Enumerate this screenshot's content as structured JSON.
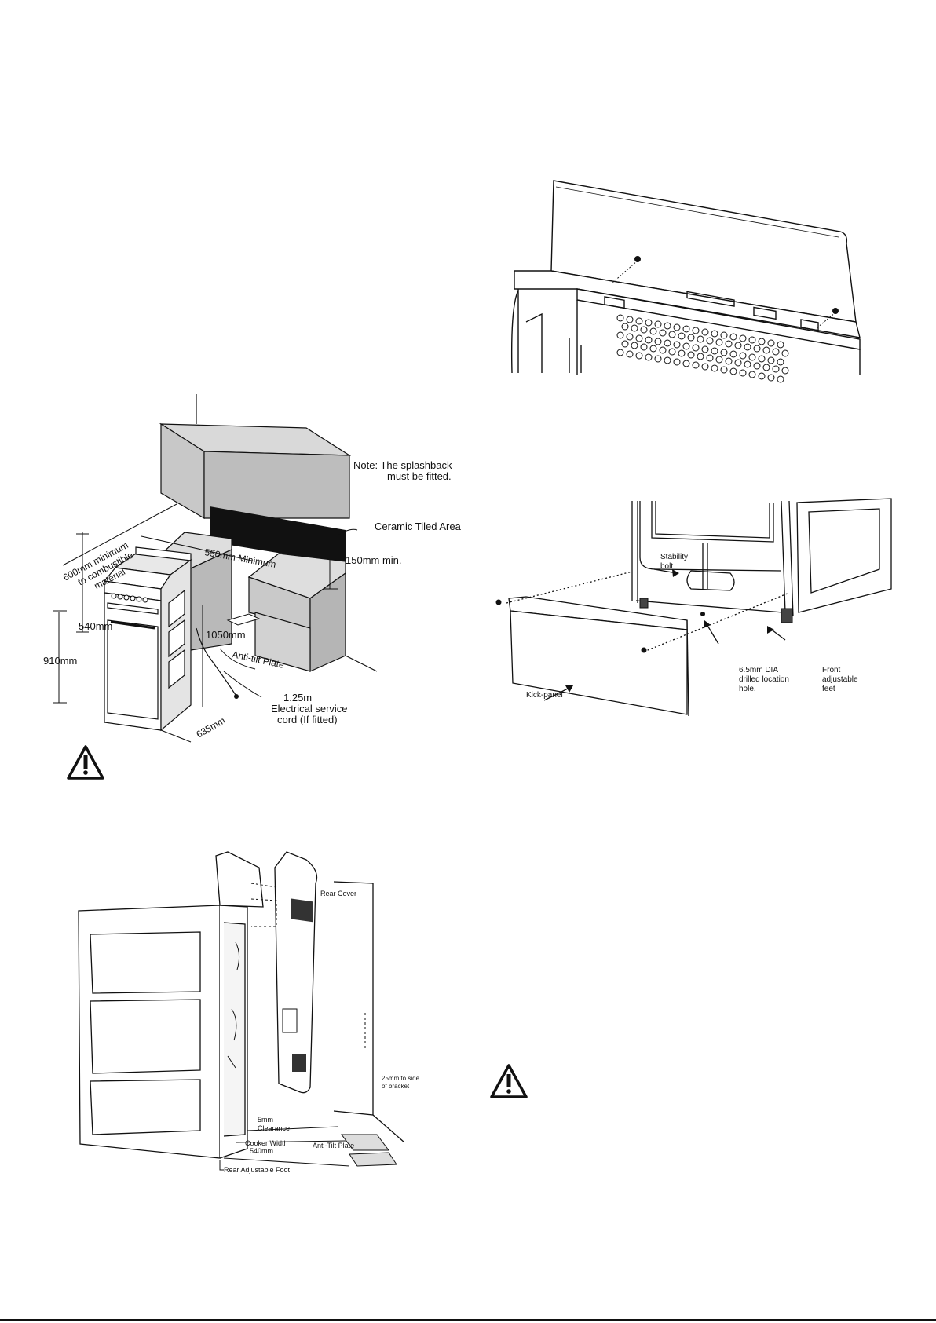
{
  "installation_diagram": {
    "note_line1": "Note: The splashback",
    "note_line2": "must be fitted.",
    "ceramic_tiled_area": "Ceramic Tiled Area",
    "clearance_600_line1": "600mm minimum",
    "clearance_600_line2": "to combustible",
    "clearance_600_line3": "material",
    "min_550": "550mm Minimum",
    "min_150": "150mm min.",
    "width_540": "540mm",
    "height_910": "910mm",
    "height_1050": "1050mm",
    "anti_tilt_plate": "Anti-tilt Plate",
    "cord_length": "1.25m",
    "cord_line1": "Electrical service",
    "cord_line2": "cord (If fitted)",
    "depth_635": "635mm"
  },
  "rear_cover_diagram": {
    "rear_cover": "Rear Cover",
    "side_bracket_line1": "25mm to side",
    "side_bracket_line2": "of bracket",
    "clearance_line1": "5mm",
    "clearance_line2": "Clearance",
    "cooker_width_line1": "Cooker Width",
    "cooker_width_line2": "540mm",
    "anti_tilt_plate": "Anti-Tilt Plate",
    "rear_adjustable_foot": "Rear Adjustable Foot"
  },
  "kick_panel_diagram": {
    "stability_bolt_line1": "Stability",
    "stability_bolt_line2": "bolt",
    "kick_panel": "Kick-panel",
    "hole_line1": "6.5mm DIA",
    "hole_line2": "drilled location",
    "hole_line3": "hole.",
    "feet_line1": "Front",
    "feet_line2": "adjustable",
    "feet_line3": "feet"
  },
  "warnings": [
    {
      "icon": "warning-triangle-icon"
    },
    {
      "icon": "warning-triangle-icon"
    }
  ]
}
